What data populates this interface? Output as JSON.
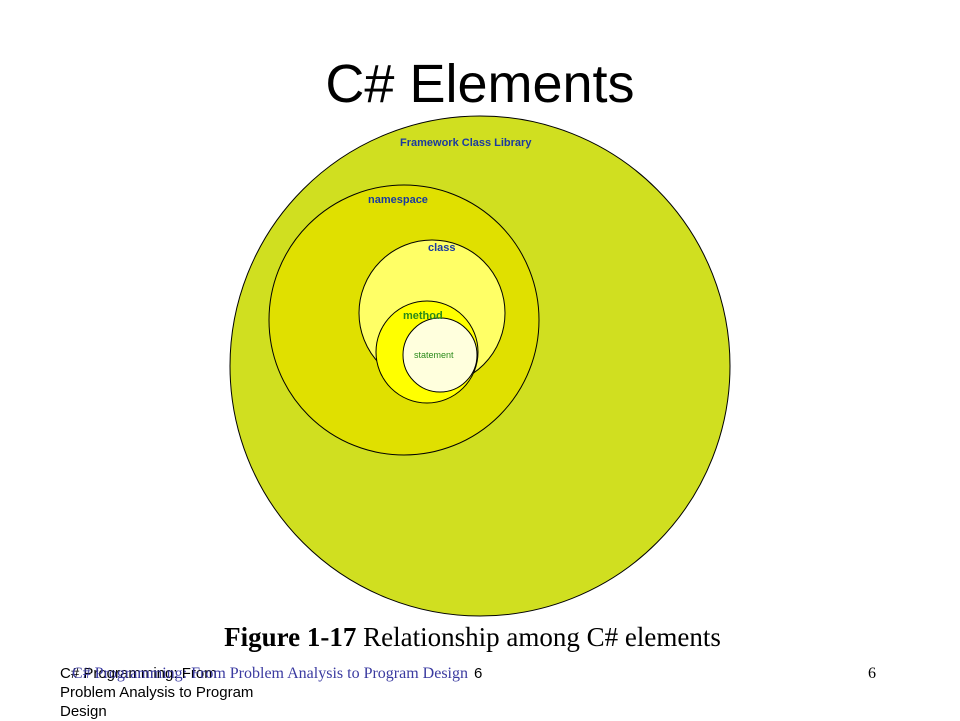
{
  "slide": {
    "title": "C# Elements",
    "caption_figure": "Figure 1-17",
    "caption_text": " Relationship among C# elements"
  },
  "diagram": {
    "nodes": [
      {
        "label": "Framework Class Library",
        "fill": "#d0df20",
        "text_color": "#1a3aa0"
      },
      {
        "label": "namespace",
        "fill": "#e0e000",
        "text_color": "#1a3aa0"
      },
      {
        "label": "class",
        "fill": "#ffff66",
        "text_color": "#1a3aa0"
      },
      {
        "label": "method",
        "fill": "#ffff00",
        "text_color": "#2a8a1a"
      },
      {
        "label": "statement",
        "fill": "#ffffdd",
        "text_color": "#2a8a1a"
      }
    ]
  },
  "footer": {
    "left_text": "C# Programming: From Problem Analysis to Program Design",
    "center_text": "C# Programming: From Problem Analysis to Program Design",
    "center_page": "6",
    "right_page": "6"
  }
}
